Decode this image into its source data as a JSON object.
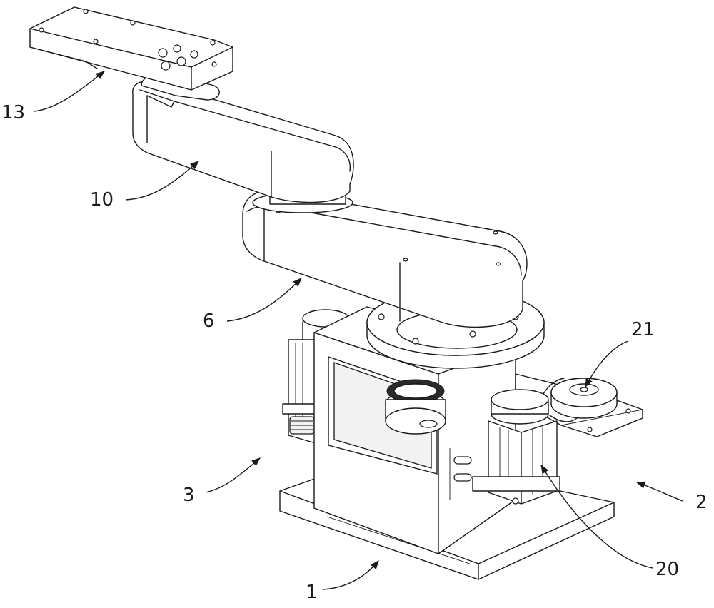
{
  "labels": {
    "l13": "13",
    "l10": "10",
    "l6": "6",
    "l21": "21",
    "l3": "3",
    "l2": "2",
    "l20": "20",
    "l1": "1"
  },
  "colors": {
    "line": "#1a1a1a",
    "background": "#ffffff"
  }
}
